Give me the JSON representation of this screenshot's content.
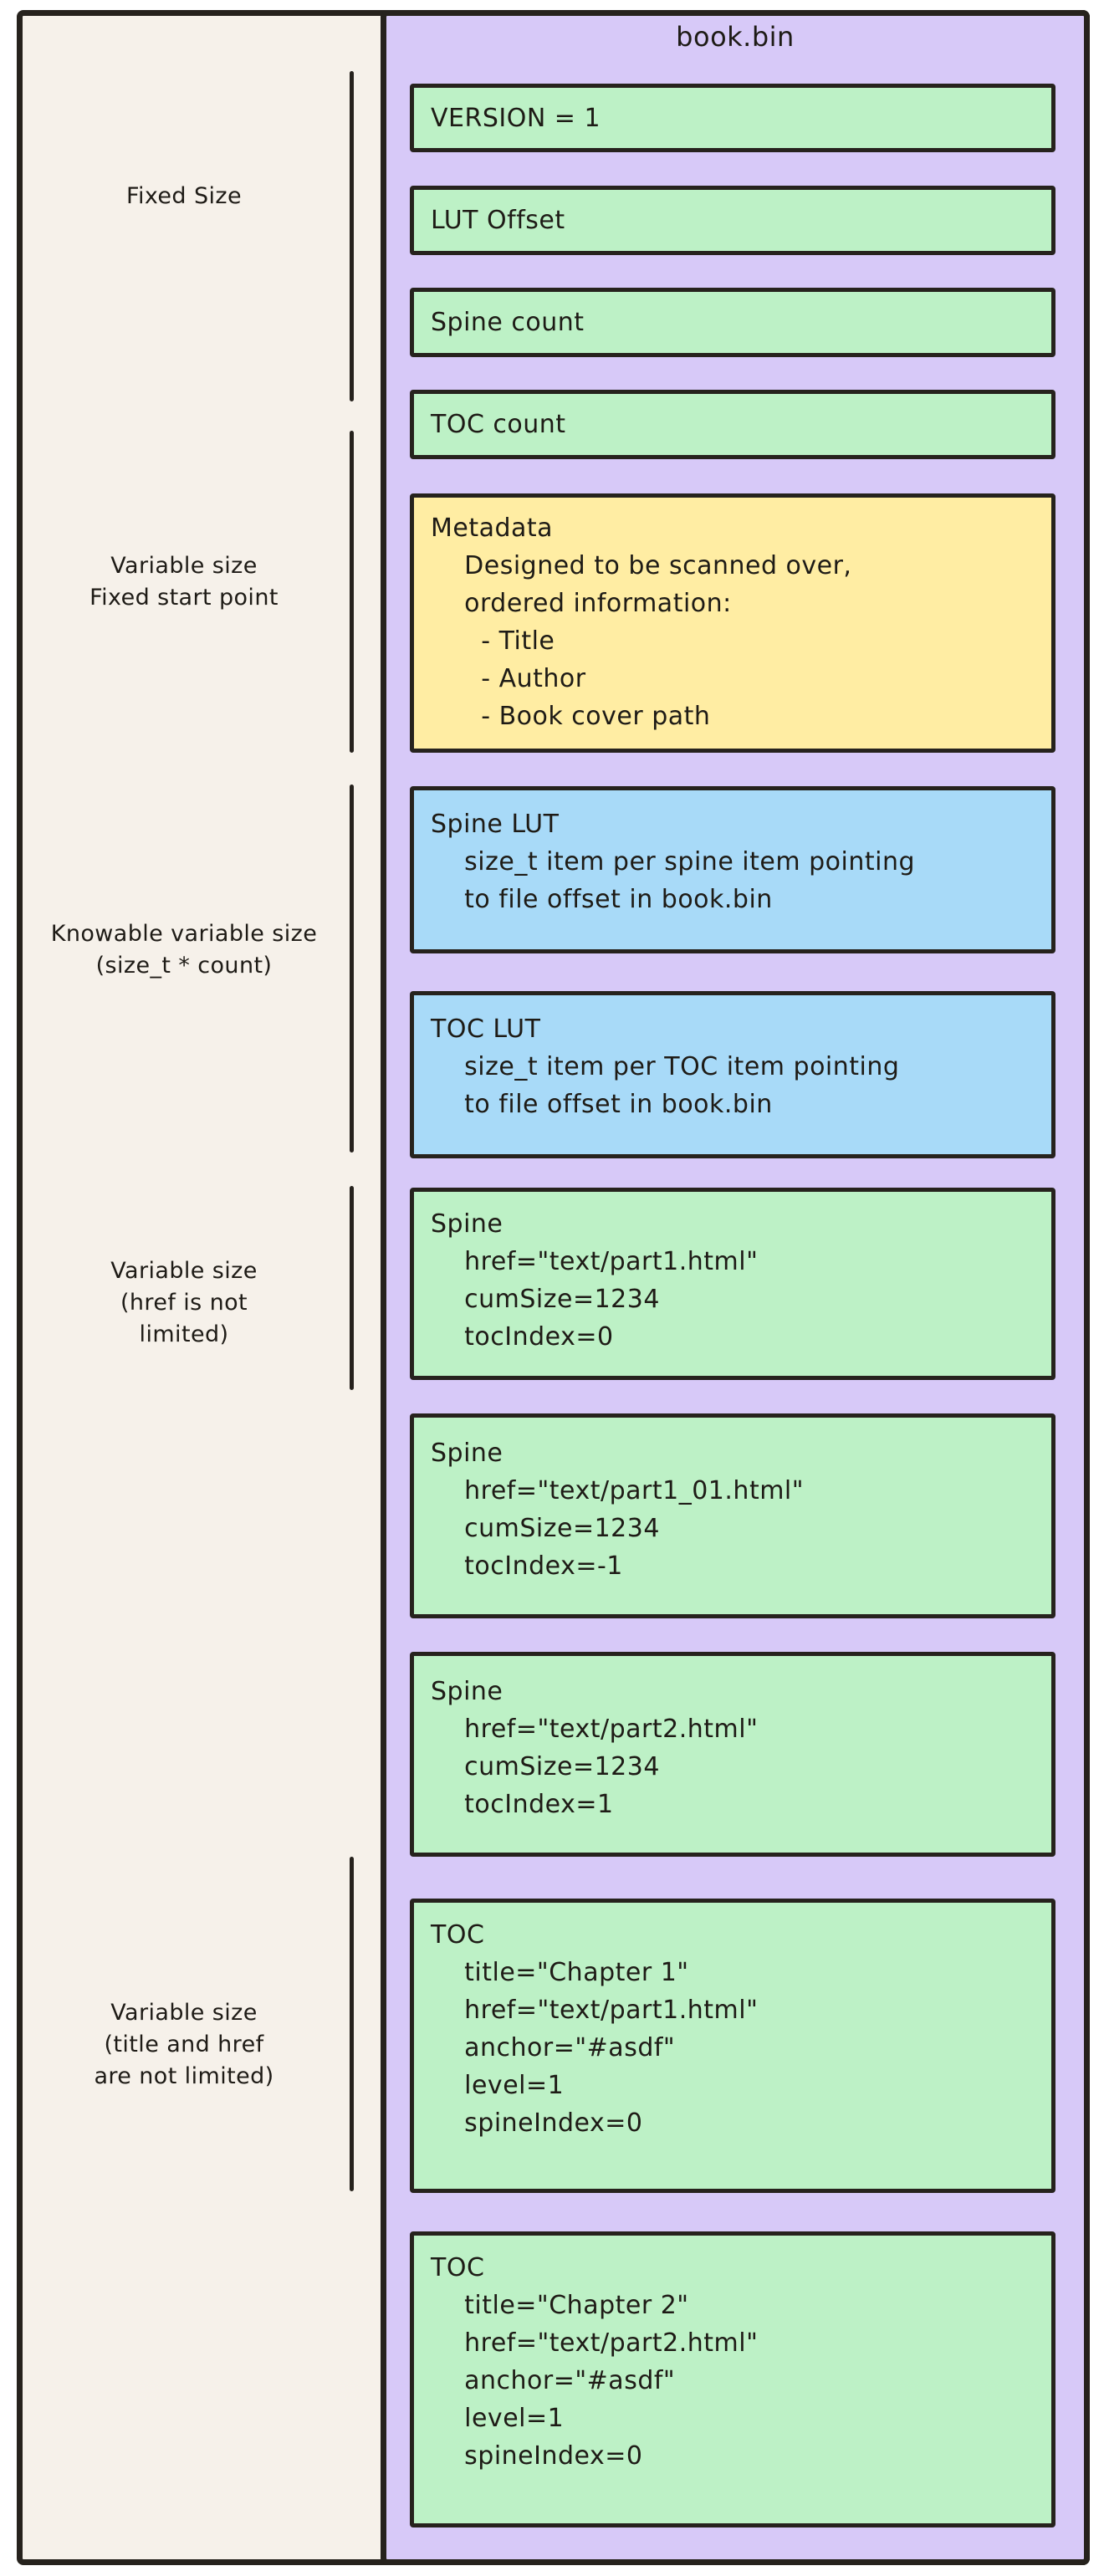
{
  "diagram": {
    "title": "book.bin",
    "colors": {
      "background": "#f6f1ea",
      "panel_purple": "#d7c9f8",
      "box_green": "#bdf1c6",
      "box_yellow": "#ffeda3",
      "box_blue": "#a8daf8",
      "stroke": "#26221d"
    },
    "labels": [
      {
        "lines": [
          "Fixed Size"
        ]
      },
      {
        "lines": [
          "Variable size",
          "Fixed start point"
        ]
      },
      {
        "lines": [
          "Knowable variable size",
          "(size_t * count)"
        ]
      },
      {
        "lines": [
          "Variable size",
          "(href is not",
          "limited)"
        ]
      },
      {
        "lines": [
          "Variable size",
          "(title and href",
          "are not limited)"
        ]
      }
    ],
    "boxes": [
      {
        "kind": "field",
        "color": "green",
        "lines": [
          "VERSION = 1"
        ]
      },
      {
        "kind": "field",
        "color": "green",
        "lines": [
          "LUT Offset"
        ]
      },
      {
        "kind": "field",
        "color": "green",
        "lines": [
          "Spine count"
        ]
      },
      {
        "kind": "field",
        "color": "green",
        "lines": [
          "TOC count"
        ]
      },
      {
        "kind": "metadata",
        "color": "yellow",
        "lines": [
          "Metadata",
          "    Designed to be scanned over,",
          "    ordered information:",
          "      - Title",
          "      - Author",
          "      - Book cover path"
        ]
      },
      {
        "kind": "lut",
        "color": "blue",
        "lines": [
          "Spine LUT",
          "    size_t item per spine item pointing",
          "    to file offset in book.bin"
        ]
      },
      {
        "kind": "lut",
        "color": "blue",
        "lines": [
          "TOC LUT",
          "    size_t item per TOC item pointing",
          "    to file offset in book.bin"
        ]
      },
      {
        "kind": "spine",
        "color": "green",
        "lines": [
          "Spine",
          "    href=\"text/part1.html\"",
          "    cumSize=1234",
          "    tocIndex=0"
        ]
      },
      {
        "kind": "spine",
        "color": "green",
        "lines": [
          "Spine",
          "    href=\"text/part1_01.html\"",
          "    cumSize=1234",
          "    tocIndex=-1"
        ]
      },
      {
        "kind": "spine",
        "color": "green",
        "lines": [
          "Spine",
          "    href=\"text/part2.html\"",
          "    cumSize=1234",
          "    tocIndex=1"
        ]
      },
      {
        "kind": "toc",
        "color": "green",
        "lines": [
          "TOC",
          "    title=\"Chapter 1\"",
          "    href=\"text/part1.html\"",
          "    anchor=\"#asdf\"",
          "    level=1",
          "    spineIndex=0"
        ]
      },
      {
        "kind": "toc",
        "color": "green",
        "lines": [
          "TOC",
          "    title=\"Chapter 2\"",
          "    href=\"text/part2.html\"",
          "    anchor=\"#asdf\"",
          "    level=1",
          "    spineIndex=0"
        ]
      }
    ]
  }
}
